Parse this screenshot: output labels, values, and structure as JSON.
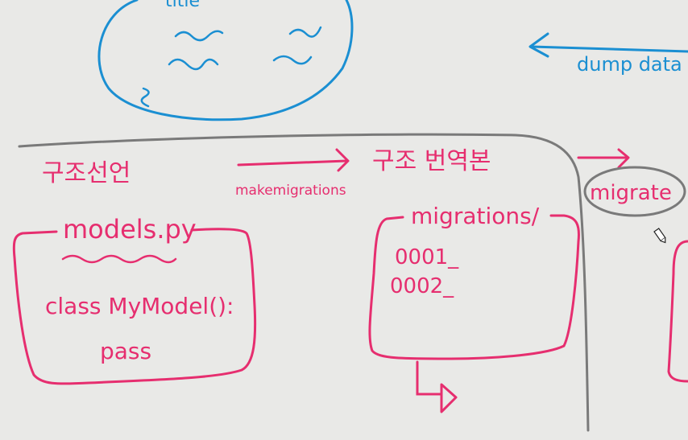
{
  "colors": {
    "background": "#e9e9e7",
    "pink": "#e62e6f",
    "blue": "#1b8fd2",
    "gray": "#7a7a7a"
  },
  "top_blob": {
    "partial_text": "title"
  },
  "dump_data_label": "dump data",
  "section": {
    "struct_decl_label": "구조선언",
    "makemigrations_label": "makemigrations",
    "struct_translation_label": "구조 번역본",
    "migrate_label": "migrate"
  },
  "models_box": {
    "title": "models.py",
    "code_line1": "class MyModel():",
    "code_line2": "pass"
  },
  "migrations_box": {
    "title": "migrations/",
    "file1": "0001_",
    "file2": "0002_"
  },
  "cursor_icon": "pen-cursor-icon"
}
